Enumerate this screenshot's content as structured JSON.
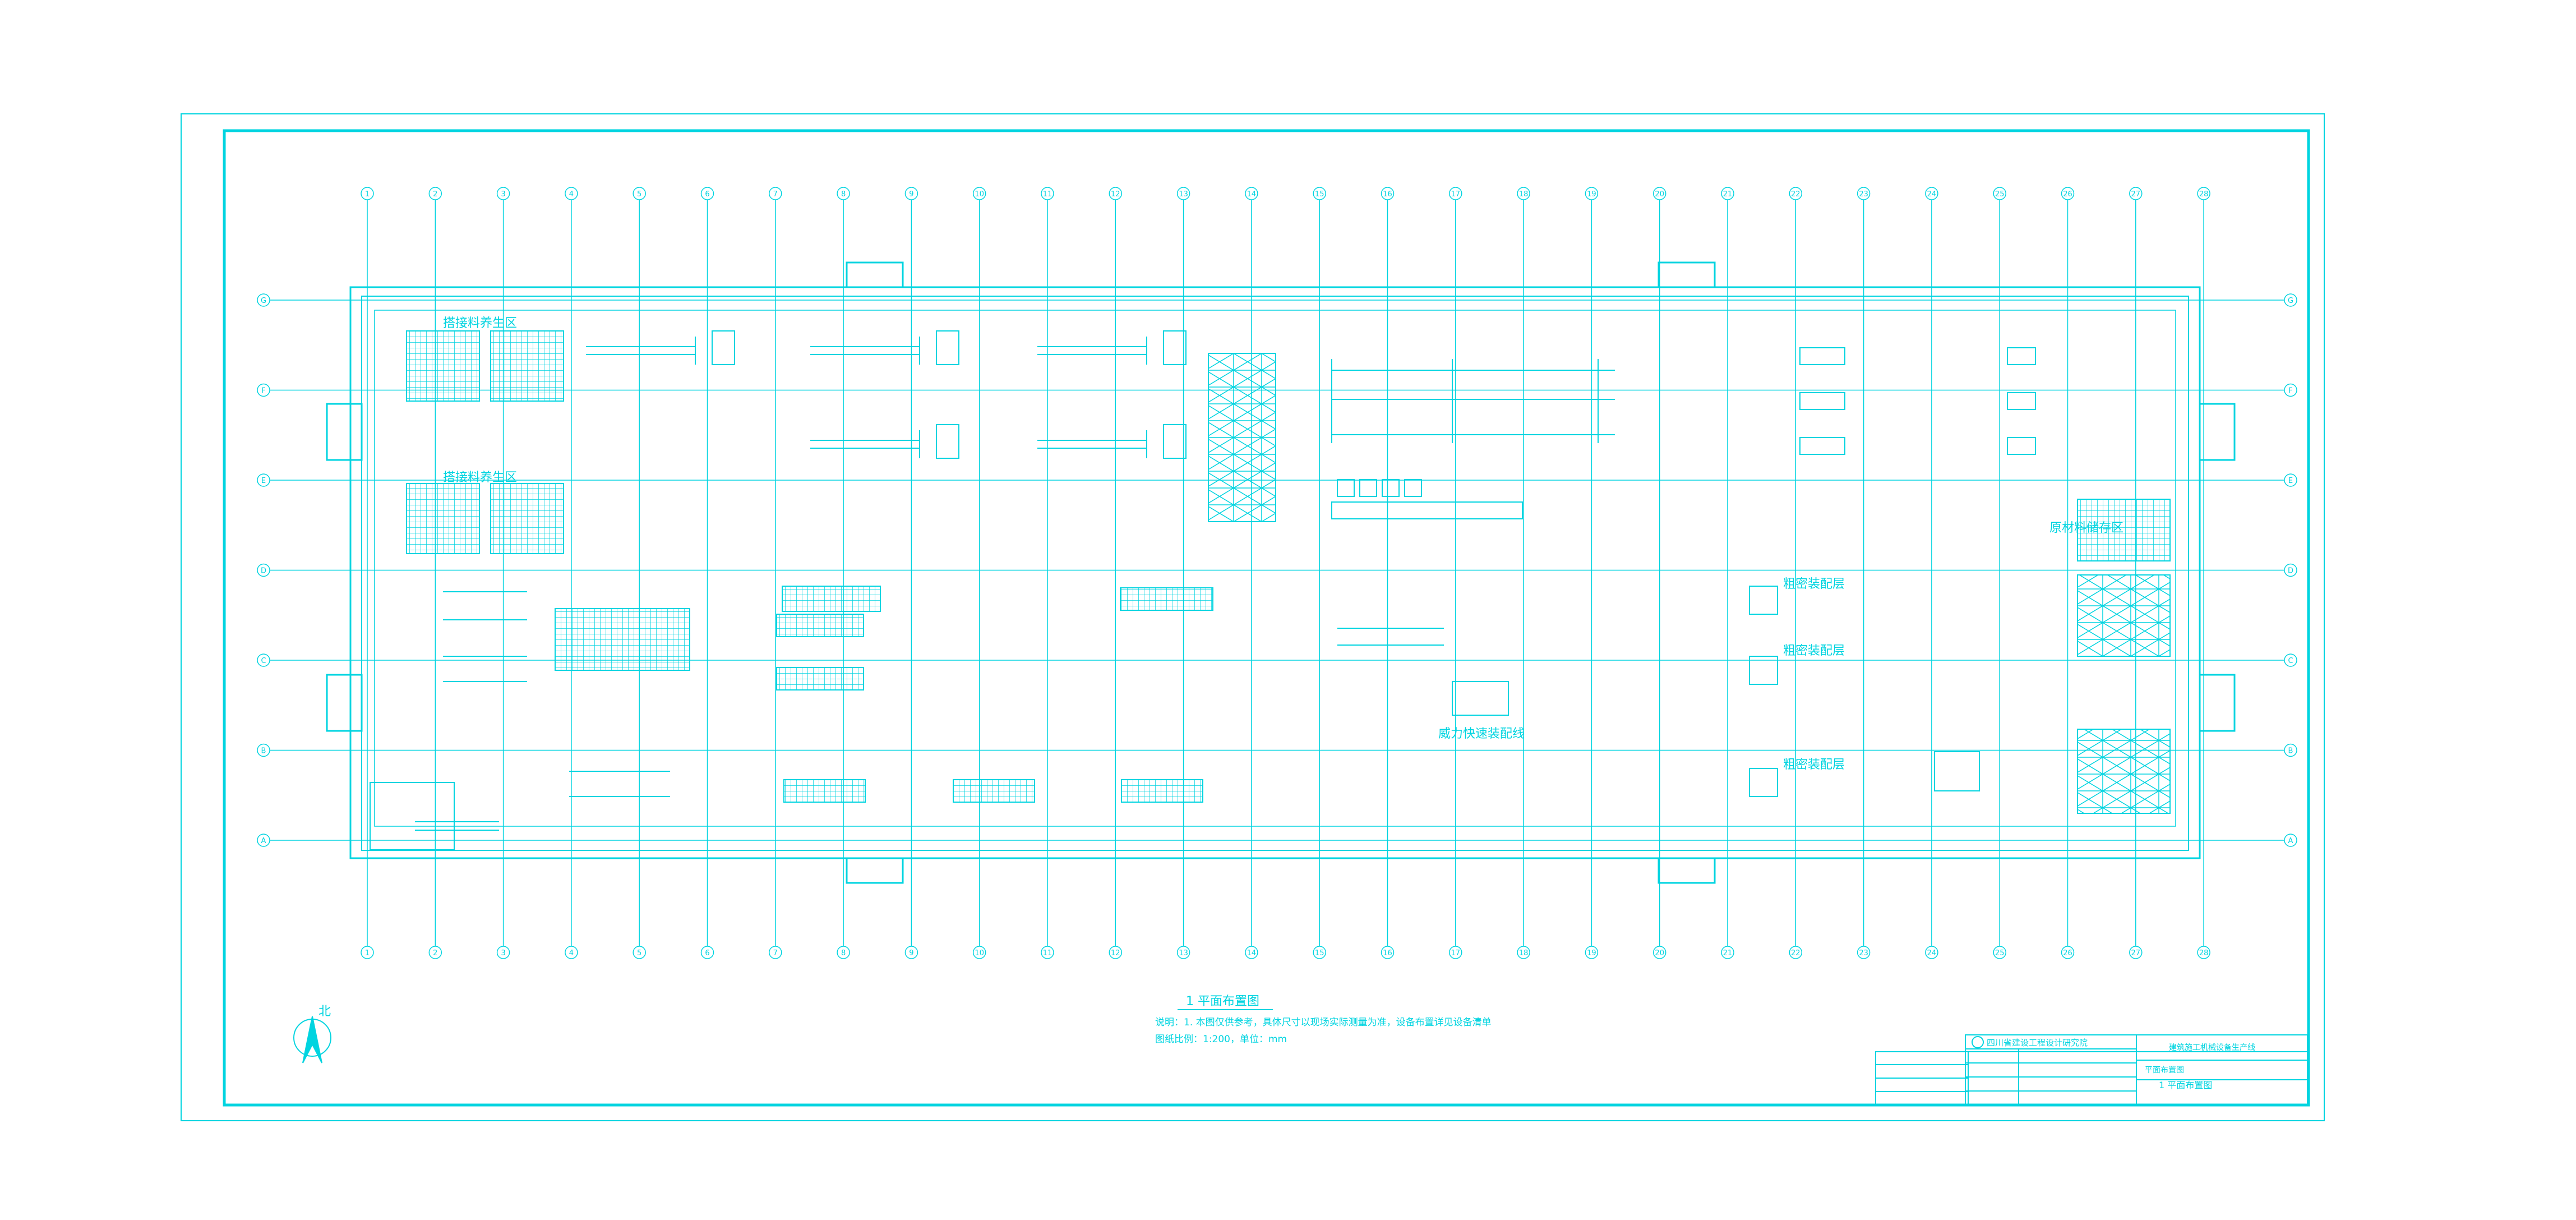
{
  "colors": {
    "line": "#00d4e0",
    "bg": "#ffffff"
  },
  "grid": {
    "columns": [
      "1",
      "2",
      "3",
      "4",
      "5",
      "6",
      "7",
      "8",
      "9",
      "10",
      "11",
      "12",
      "13",
      "14",
      "15",
      "16",
      "17",
      "18",
      "19",
      "20",
      "21",
      "22",
      "23",
      "24",
      "25",
      "26",
      "27",
      "28"
    ],
    "rows": [
      "G",
      "F",
      "E",
      "D",
      "C",
      "B",
      "A"
    ]
  },
  "zones": {
    "upper_left": "搭接料养生区",
    "mid_left": "搭接料养生区",
    "right_storage": "原材料储存区",
    "right_a": "粗密装配层",
    "right_b": "粗密装配层",
    "right_c": "粗密装配层",
    "center_label": "威力快速装配线"
  },
  "notes": {
    "title": "1 平面布置图",
    "line1": "说明：1. 本图仅供参考，具体尺寸以现场实际测量为准，设备布置详见设备清单",
    "line2": "图纸比例：1:200，单位：mm"
  },
  "title_block": {
    "company": "四川省建设工程设计研究院",
    "project": "建筑施工机械设备生产线",
    "drawing": "平面布置图",
    "drawing_no": "1 平面布置图"
  },
  "north_label": "北"
}
